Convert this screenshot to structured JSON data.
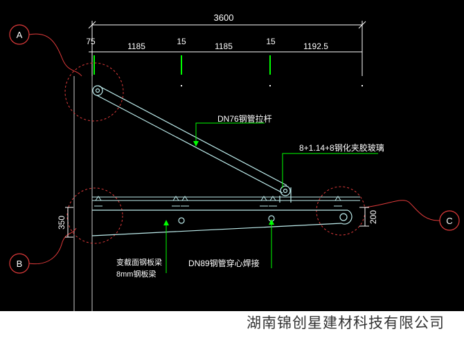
{
  "dimensions": {
    "overall": "3600",
    "seg1_gap": "75",
    "seg1": "1185",
    "gap2": "15",
    "seg2": "1185",
    "gap3": "15",
    "seg3": "1192.5",
    "left_height": "350",
    "right_height": "200"
  },
  "axes": {
    "a": "A",
    "b": "B",
    "c": "C"
  },
  "labels": {
    "tie_rod": "DN76钢管拉杆",
    "glass": "8+1.14+8钢化夹胶玻璃",
    "beam_variable": "变截面钢板梁",
    "beam_plate": "8mm钢板梁",
    "dn89": "DN89钢管穿心焊接"
  },
  "footer": {
    "company": "湖南锦创星建材科技有限公司"
  },
  "colors": {
    "background": "#000000",
    "dimension": "#ffffff",
    "member": "#bfeeee",
    "leader": "#00ff00",
    "wall": "#cccccc",
    "detail_circle": "#e23b3b",
    "bubble": "#e23b3b"
  }
}
